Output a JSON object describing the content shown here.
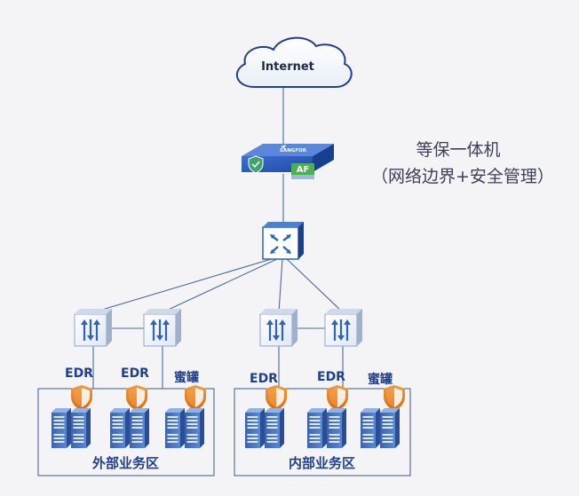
{
  "internet": {
    "label": "Internet"
  },
  "firewall": {
    "brand": "SANGFOR",
    "badge": "AF",
    "title_line1": "等保一体机",
    "title_line2": "（网络边界+安全管理）"
  },
  "nodes": {
    "edr_1": "EDR",
    "edr_2": "EDR",
    "honeypot_1": "蜜罐",
    "edr_3": "EDR",
    "edr_4": "EDR",
    "honeypot_2": "蜜罐"
  },
  "zones": {
    "external": "外部业务区",
    "internal": "内部业务区"
  },
  "colors": {
    "line": "#4a6a9a",
    "switch_blue": "#2e63b8",
    "shield_orange": "#e07a1f",
    "server_blue": "#4a78c8",
    "af_green": "#4caf50",
    "text_blue": "#1f3f8f"
  }
}
